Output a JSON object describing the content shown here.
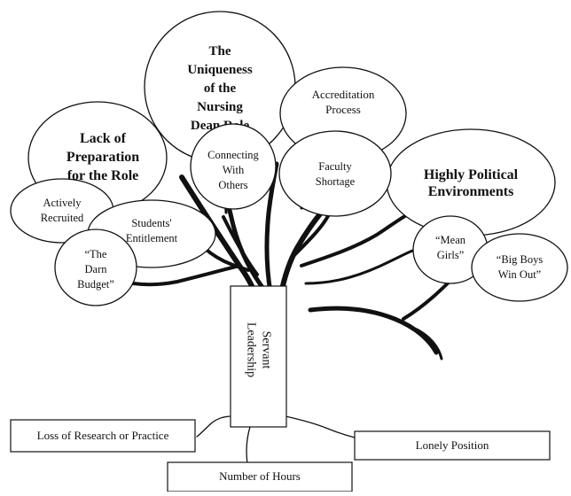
{
  "themes": {
    "uniqueness": [
      "The",
      "Uniqueness",
      "of the",
      "Nursing",
      "Dean Role"
    ],
    "accreditation": [
      "Accreditation",
      "Process"
    ],
    "lack_prep": [
      "Lack of",
      "Preparation",
      "for the Role"
    ],
    "connecting": [
      "Connecting",
      "With",
      "Others"
    ],
    "faculty": [
      "Faculty",
      "Shortage"
    ],
    "political": [
      "Highly Political",
      "Environments"
    ],
    "recruited": [
      "Actively",
      "Recruited"
    ],
    "entitlement": [
      "Students'",
      "Entitlement"
    ],
    "budget": [
      "“The",
      "Darn",
      "Budget”"
    ],
    "mean_girls": [
      "“Mean",
      "Girls”"
    ],
    "big_boys": [
      "“Big Boys",
      "Win Out”"
    ]
  },
  "trunk": [
    "Servant",
    "Leadership"
  ],
  "roots": {
    "loss": "Loss of Research or Practice",
    "lonely": "Lonely Position",
    "hours": "Number of Hours"
  }
}
